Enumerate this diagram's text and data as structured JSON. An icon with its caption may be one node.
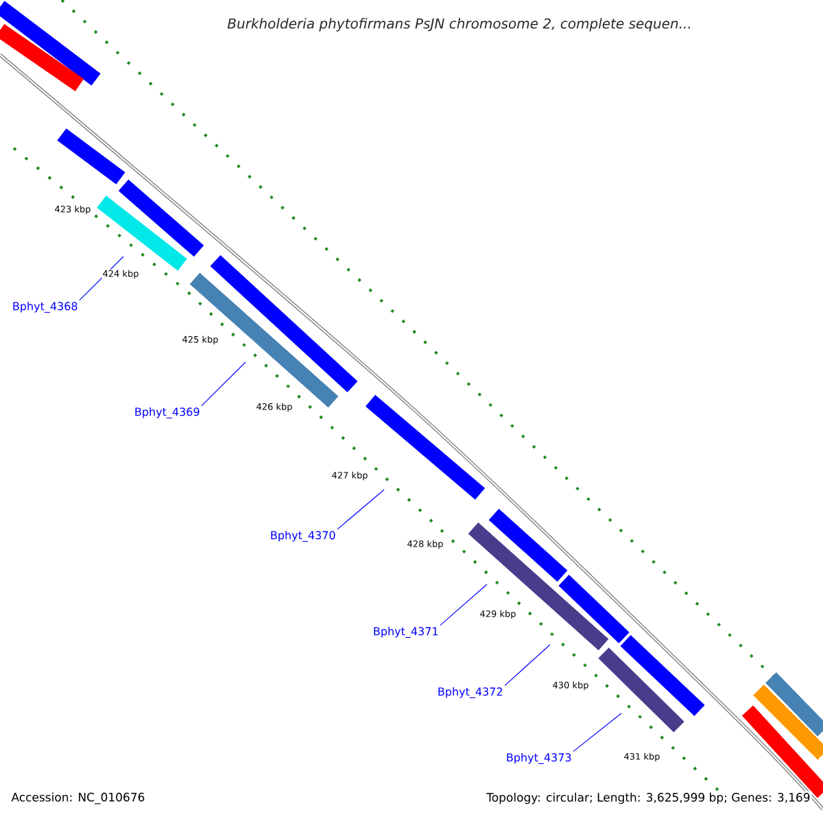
{
  "diagram": {
    "title": "Burkholderia phytofirmans PsJN chromosome 2, complete sequen...",
    "nodes": [
      {
        "text": [
          "Bphyt_4368"
        ]
      },
      {
        "text": [
          "Bphyt_4369"
        ]
      },
      {
        "text": [
          "Bphyt_4370"
        ]
      },
      {
        "text": [
          "Bphyt_4371"
        ]
      },
      {
        "text": [
          "Bphyt_4372"
        ]
      },
      {
        "text": [
          "Bphyt_4373"
        ]
      }
    ],
    "edges": [
      {
        "from": 0,
        "to": null,
        "arrow": "none"
      },
      {
        "from": 1,
        "to": null,
        "arrow": "none"
      },
      {
        "from": 2,
        "to": null,
        "arrow": "none"
      },
      {
        "from": 3,
        "to": null,
        "arrow": "none"
      },
      {
        "from": 4,
        "to": null,
        "arrow": "none"
      },
      {
        "from": 5,
        "to": null,
        "arrow": "none"
      }
    ],
    "labels": [
      "423 kbp",
      "424 kbp",
      "425 kbp",
      "426 kbp",
      "427 kbp",
      "428 kbp",
      "429 kbp",
      "430 kbp",
      "431 kbp",
      "Accession: NC_010676",
      "Topology: circular; Length: 3,625,999 bp; Genes: 3,169"
    ]
  }
}
